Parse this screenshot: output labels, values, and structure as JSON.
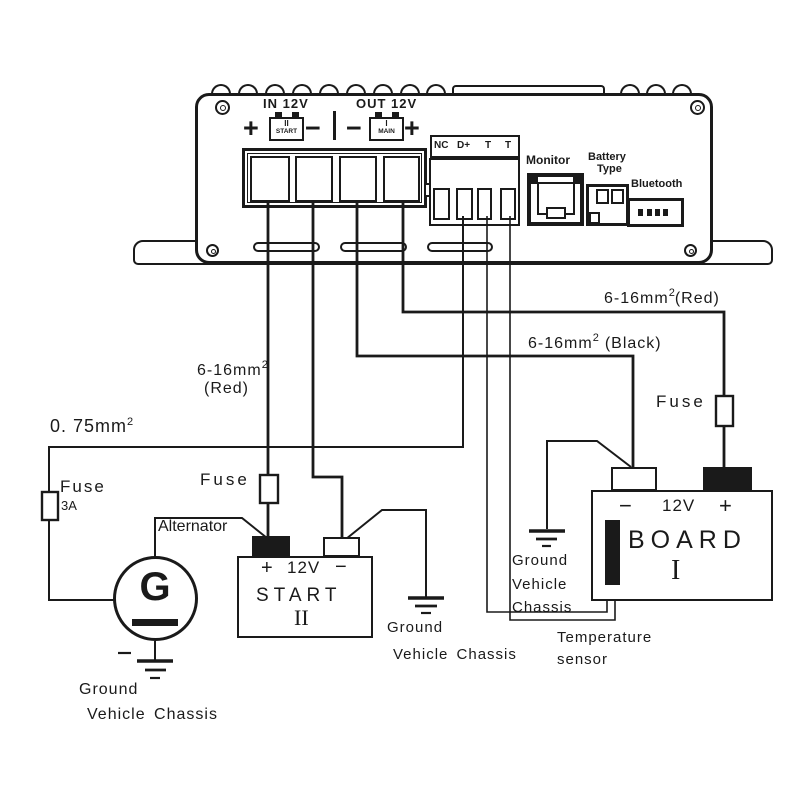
{
  "device": {
    "in_label": "IN 12V",
    "out_label": "OUT 12V",
    "in_plus": "+",
    "in_minus": "−",
    "out_minus": "−",
    "out_plus": "+",
    "icon_start": {
      "roman": "II",
      "text": "START"
    },
    "icon_main": {
      "roman": "I",
      "text": "MAIN"
    },
    "signal_labels": [
      "NC",
      "D+",
      "T",
      "T"
    ],
    "monitor_label": "Monitor",
    "battery_type_line1": "Battery",
    "battery_type_line2": "Type",
    "bluetooth_label": "Bluetooth"
  },
  "wire_labels": {
    "d_plus": {
      "text": "0. 75mm",
      "sup": "2"
    },
    "in_red": {
      "text": "6-16mm",
      "sup": "2",
      "line2": "(Red)"
    },
    "out_red": {
      "text": "6-16mm",
      "sup": "2",
      "suffix": "(Red)"
    },
    "out_black": {
      "text": "6-16mm",
      "sup": "2",
      "suffix": "(Black)"
    }
  },
  "fuses": {
    "input_label": "Fuse",
    "input_rating": "3A",
    "start_label": "Fuse",
    "board_label": "Fuse"
  },
  "generator": {
    "letter": "G",
    "label": "Alternator"
  },
  "grounds": {
    "generator": {
      "line1": "Ground",
      "line2": "Vehicle Chassis"
    },
    "start": {
      "line1": "Ground",
      "line2": "Vehicle Chassis"
    },
    "board": {
      "line1": "Ground",
      "line2": "Vehicle",
      "line3": "Chassis"
    }
  },
  "batteries": {
    "start": {
      "plus": "+",
      "voltage": "12V",
      "minus": "−",
      "name": "START",
      "roman": "II"
    },
    "board": {
      "minus": "−",
      "voltage": "12V",
      "plus": "+",
      "name": "BOARD",
      "roman": "I"
    }
  },
  "temperature_sensor": {
    "line1": "Temperature",
    "line2": "sensor"
  }
}
